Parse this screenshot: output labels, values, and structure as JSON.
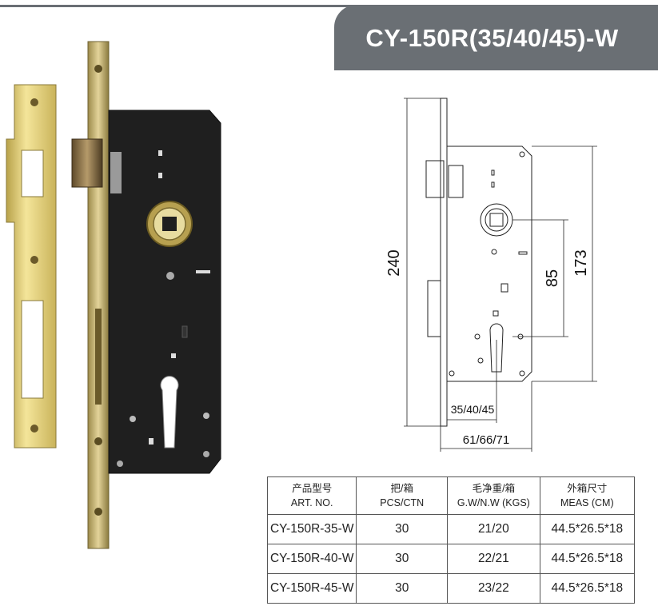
{
  "title": "CY-150R(35/40/45)-W",
  "dimensions": {
    "total_height": "240",
    "case_height": "173",
    "center_distance": "85",
    "backset": "35/40/45",
    "case_width": "61/66/71"
  },
  "table": {
    "headers": [
      {
        "cn": "产品型号",
        "en": "ART. NO."
      },
      {
        "cn": "把/箱",
        "en": "PCS/CTN"
      },
      {
        "cn": "毛净重/箱",
        "en": "G.W/N.W (KGS)"
      },
      {
        "cn": "外箱尺寸",
        "en": "MEAS (CM)"
      }
    ],
    "rows": [
      {
        "art": "CY-150R-35-W",
        "pcs": "30",
        "weight": "21/20",
        "meas": "44.5*26.5*18"
      },
      {
        "art": "CY-150R-40-W",
        "pcs": "30",
        "weight": "22/21",
        "meas": "44.5*26.5*18"
      },
      {
        "art": "CY-150R-45-W",
        "pcs": "30",
        "weight": "23/22",
        "meas": "44.5*26.5*18"
      }
    ]
  },
  "colors": {
    "header_gray": "#6a6f74",
    "brass": "#d9c56a",
    "lock_body": "#1f1f1f"
  }
}
